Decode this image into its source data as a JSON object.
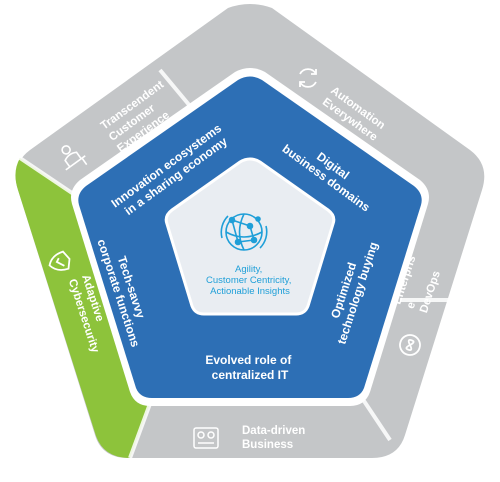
{
  "colors": {
    "outer_gray": "#c4c6c8",
    "outer_gray_dark": "#b9bbbd",
    "white_border": "#ffffff",
    "accent_green": "#8dc33b",
    "middle_blue": "#2d6fb5",
    "center_fill": "#e9edf2",
    "center_text": "#1f9fd8"
  },
  "outer_ring": [
    {
      "id": "transcendent",
      "lines": [
        "Transcendent",
        "Customer",
        "Experience"
      ],
      "icon": "person-at-desk-icon"
    },
    {
      "id": "automation",
      "lines": [
        "Automation",
        "Everywhere"
      ],
      "icon": "refresh-cycle-icon"
    },
    {
      "id": "devops",
      "lines": [
        "Enterpris",
        "e",
        "DevOps"
      ],
      "icon": "infinity-loop-icon"
    },
    {
      "id": "data",
      "lines": [
        "Data-driven",
        "Business"
      ],
      "icon": "dashboard-icon"
    },
    {
      "id": "cyber",
      "lines": [
        "Adaptive",
        "Cybersecurity"
      ],
      "icon": "shield-icon"
    }
  ],
  "middle_ring": [
    {
      "id": "innovation",
      "lines": [
        "Innovation ecosystems",
        "in a sharing economy"
      ]
    },
    {
      "id": "digital",
      "lines": [
        "Digital",
        "business domains"
      ]
    },
    {
      "id": "optimized",
      "lines": [
        "Optimized",
        "technology buying"
      ]
    },
    {
      "id": "evolved",
      "lines": [
        "Evolved role of",
        "centralized IT"
      ]
    },
    {
      "id": "techsavvy",
      "lines": [
        "Tech-savvy",
        "corporate functions"
      ]
    }
  ],
  "center": {
    "lines": [
      "Agility,",
      "Customer Centricity,",
      "Actionable Insights"
    ],
    "icon": "network-globe-icon"
  }
}
